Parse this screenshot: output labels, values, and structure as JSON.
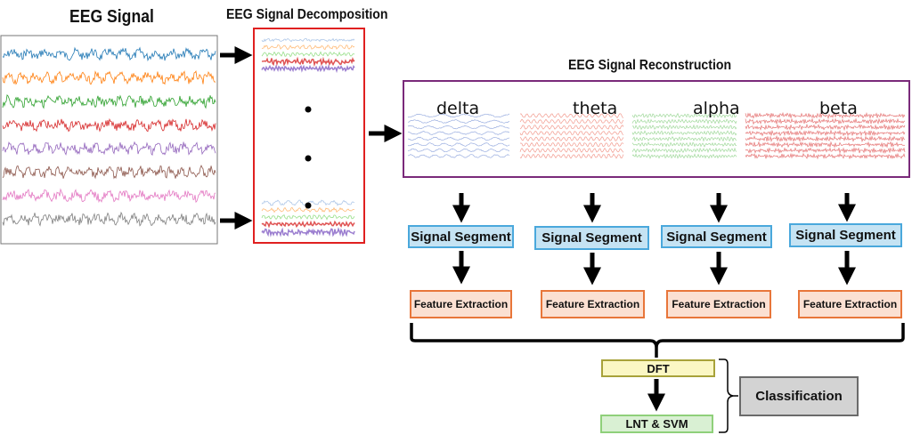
{
  "titles": {
    "eeg_signal": "EEG Signal",
    "decomposition": "EEG Signal Decomposition",
    "reconstruction": "EEG Signal Reconstruction"
  },
  "eeg_channels": [
    {
      "color": "#1f77b4"
    },
    {
      "color": "#ff7f0e"
    },
    {
      "color": "#2ca02c"
    },
    {
      "color": "#d62728"
    },
    {
      "color": "#9467bd"
    },
    {
      "color": "#8c564b"
    },
    {
      "color": "#e377c2"
    },
    {
      "color": "#7f7f7f"
    }
  ],
  "decomposition_colors": [
    "#aec7e8",
    "#ffbb78",
    "#98df8a",
    "#e05555",
    "#9c7fd0"
  ],
  "ellipsis": "• • •",
  "bands": [
    {
      "label": "delta",
      "color": "#9aaee0"
    },
    {
      "label": "theta",
      "color": "#f29a8e"
    },
    {
      "label": "alpha",
      "color": "#9fd89a"
    },
    {
      "label": "beta",
      "color": "#e57373"
    }
  ],
  "signal_segment_label": "Signal Segment",
  "feature_extraction_label": "Feature Extraction",
  "dft_label": "DFT",
  "lnt_svm_label": "LNT & SVM",
  "classification_label": "Classification",
  "colors": {
    "decomposition_border": "#e02020",
    "reconstruction_border": "#7a2a7a"
  }
}
